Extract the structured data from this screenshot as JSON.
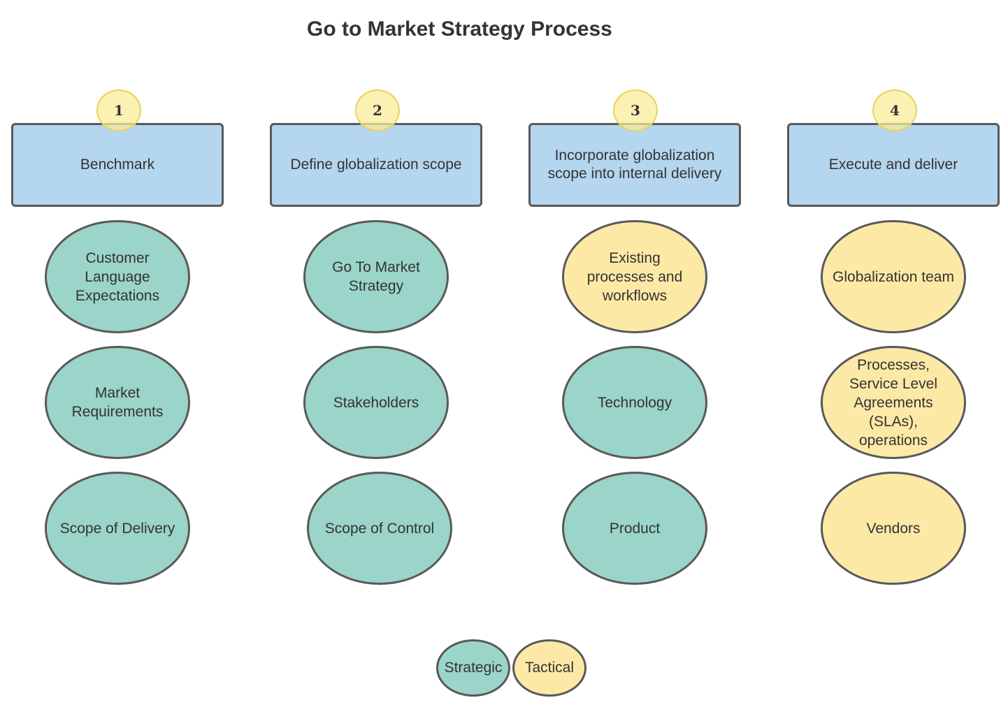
{
  "title": "Go to Market Strategy Process",
  "colors": {
    "phase_box": "#b4d6ef",
    "badge": "#faec96",
    "strategic": "#9bd4c9",
    "tactical": "#fde9a6",
    "outline": "#595959"
  },
  "columns": [
    {
      "number": "1",
      "phase": "Benchmark",
      "items": [
        {
          "label": "Customer Language Expectations",
          "kind": "strategic"
        },
        {
          "label": "Market Requirements",
          "kind": "strategic"
        },
        {
          "label": "Scope of Delivery",
          "kind": "strategic"
        }
      ]
    },
    {
      "number": "2",
      "phase": "Define globalization scope",
      "items": [
        {
          "label": "Go To Market Strategy",
          "kind": "strategic"
        },
        {
          "label": "Stakeholders",
          "kind": "strategic"
        },
        {
          "label": "Scope of Control",
          "kind": "strategic"
        }
      ]
    },
    {
      "number": "3",
      "phase": "Incorporate globalization scope into internal delivery",
      "items": [
        {
          "label": "Existing processes and workflows",
          "kind": "tactical"
        },
        {
          "label": "Technology",
          "kind": "strategic"
        },
        {
          "label": "Product",
          "kind": "strategic"
        }
      ]
    },
    {
      "number": "4",
      "phase": "Execute and deliver",
      "items": [
        {
          "label": "Globalization team",
          "kind": "tactical"
        },
        {
          "label": "Processes, Service Level Agreements (SLAs), operations",
          "kind": "tactical"
        },
        {
          "label": "Vendors",
          "kind": "tactical"
        }
      ]
    }
  ],
  "legend": {
    "strategic": "Strategic",
    "tactical": "Tactical"
  }
}
